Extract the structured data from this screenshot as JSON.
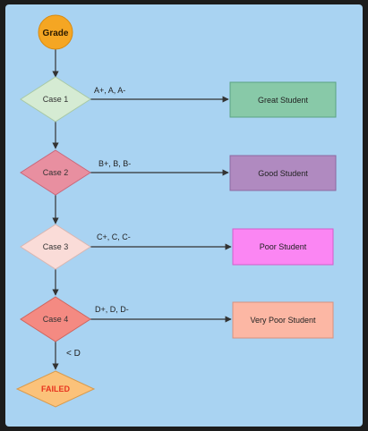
{
  "diagram": {
    "start": {
      "label": "Grade",
      "fill": "#f5a623"
    },
    "cases": [
      {
        "label": "Case 1",
        "fill": "#d5ebd3",
        "condition": "A+, A, A-",
        "result": "Great Student",
        "result_fill": "#88c9a8"
      },
      {
        "label": "Case 2",
        "fill": "#e88fa0",
        "condition": "B+, B, B-",
        "result": "Good Student",
        "result_fill": "#b08ac0"
      },
      {
        "label": "Case 3",
        "fill": "#fadcd8",
        "condition": "C+, C, C-",
        "result": "Poor Student",
        "result_fill": "#fb86f3"
      },
      {
        "label": "Case 4",
        "fill": "#f48a82",
        "condition": "D+, D, D-",
        "result": "Very Poor Student",
        "result_fill": "#fcb7a4"
      }
    ],
    "fallback_condition": "< D",
    "end": {
      "label": "FAILED",
      "fill": "#fbc27a",
      "text_color": "#e8341f"
    }
  },
  "colors": {
    "canvas": "#a9d3f2",
    "frame": "#1c1c1c",
    "connector": "#333333"
  }
}
